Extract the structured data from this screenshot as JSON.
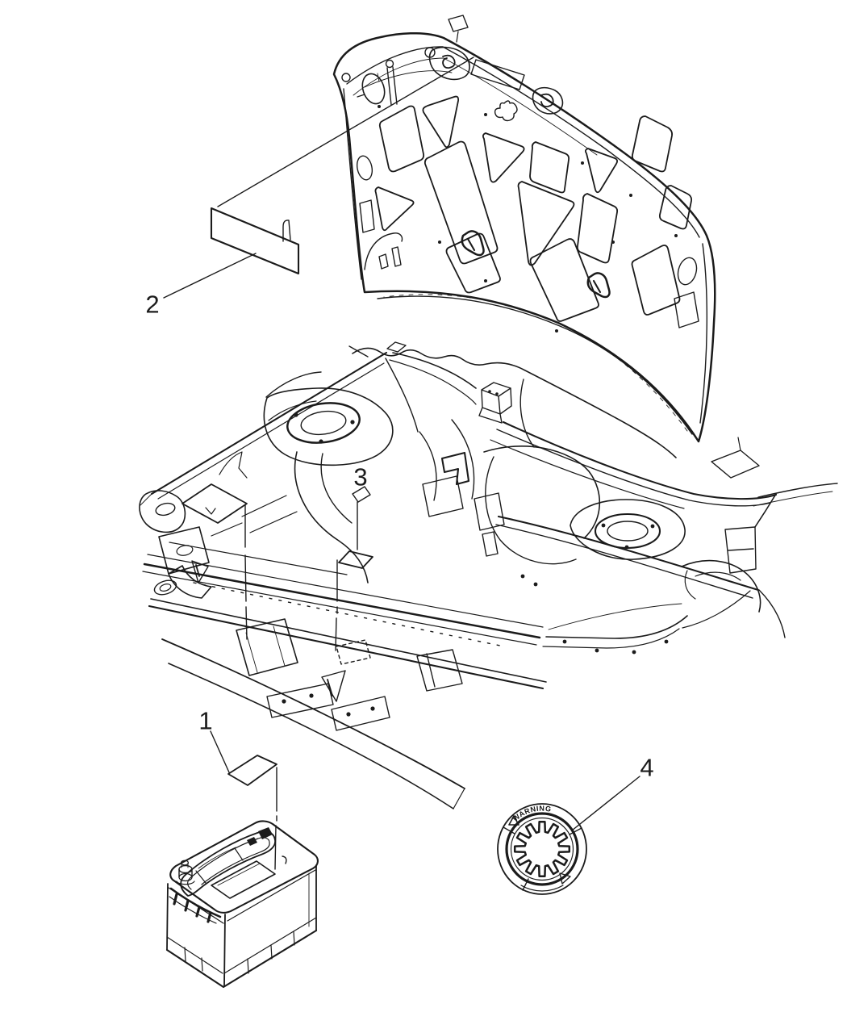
{
  "page": {
    "background_color": "#ffffff",
    "line_color": "#1b1b1b"
  },
  "callouts": [
    {
      "number": "1",
      "part": "battery-label"
    },
    {
      "number": "2",
      "part": "hood-label"
    },
    {
      "number": "3",
      "part": "engine-compartment-label"
    },
    {
      "number": "4",
      "part": "fan-warning-decal"
    }
  ],
  "decal": {
    "warning_text": "WARNING"
  }
}
